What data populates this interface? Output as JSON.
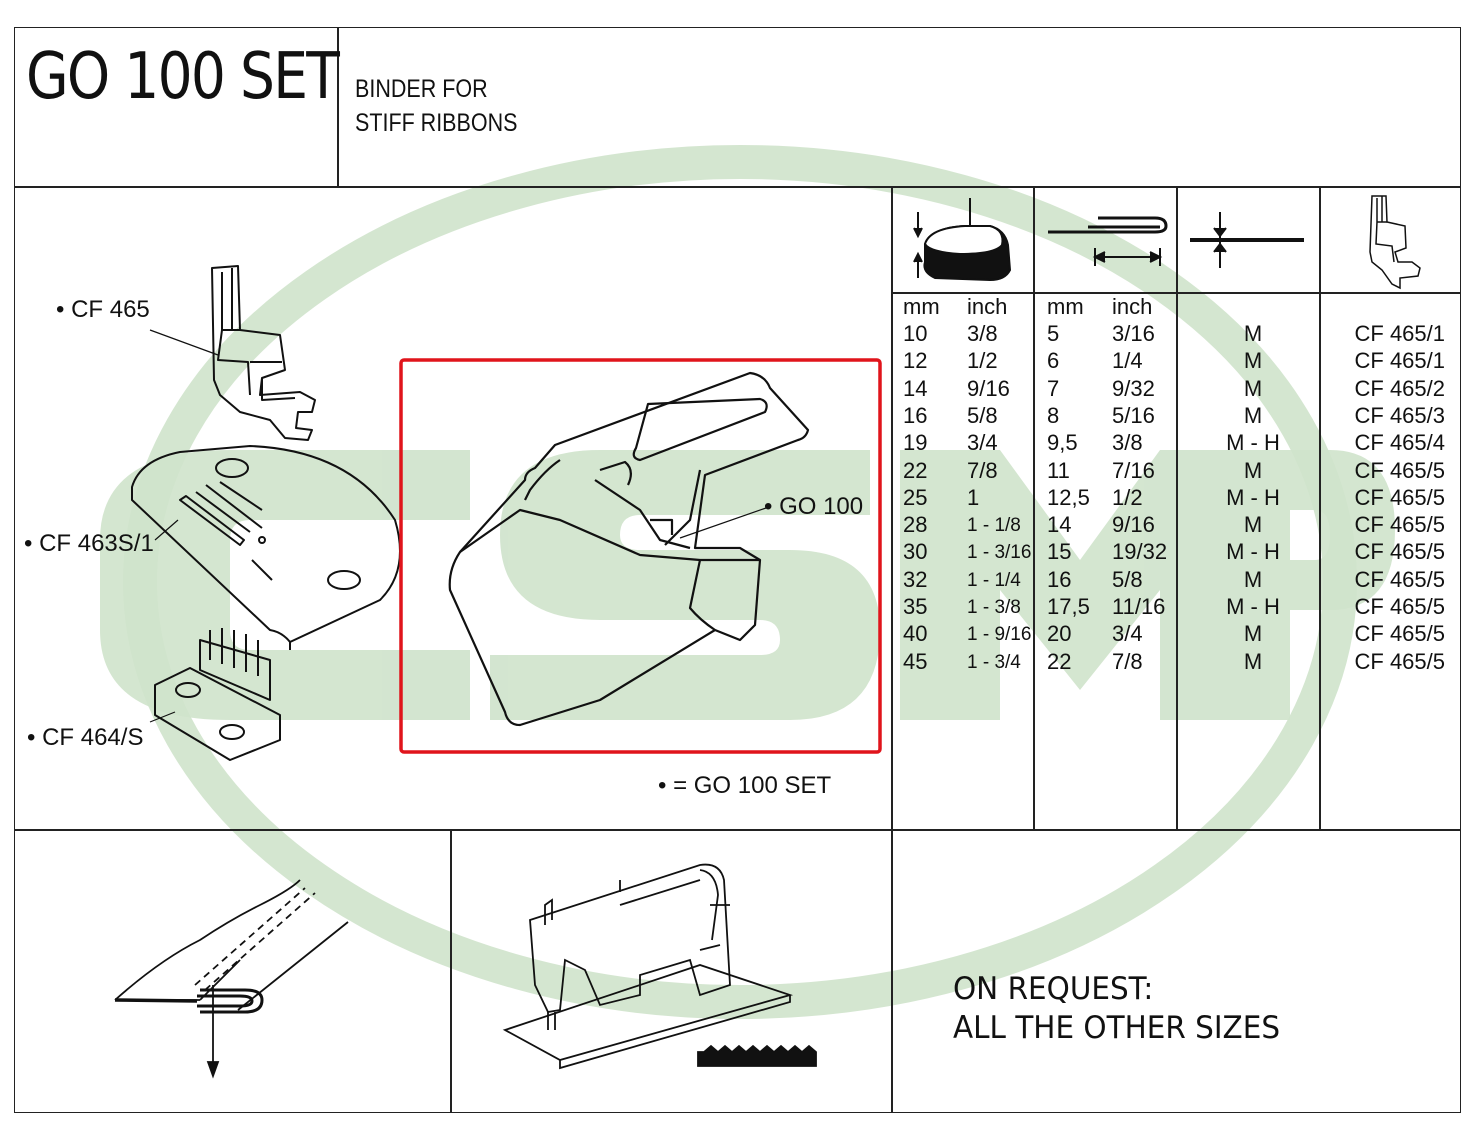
{
  "header": {
    "title": "GO 100 SET",
    "subtitle_line1": "BINDER FOR",
    "subtitle_line2": "STIFF RIBBONS"
  },
  "watermark": {
    "text": "CSM",
    "color": "#cfe3cb"
  },
  "parts": {
    "presser_foot": "• CF 465",
    "needle_plate": "• CF 463S/1",
    "feed_dog": "• CF 464/S",
    "binder": "• GO 100",
    "legend": "• = GO 100 SET"
  },
  "highlight": {
    "color": "#e0141b"
  },
  "table": {
    "unit_headers": [
      "mm",
      "inch",
      "mm",
      "inch"
    ],
    "rows": [
      {
        "mm1": "10",
        "in1": "3/8",
        "mm2": "5",
        "in2": "3/16",
        "type": "M",
        "foot": "CF 465/1"
      },
      {
        "mm1": "12",
        "in1": "1/2",
        "mm2": "6",
        "in2": "1/4",
        "type": "M",
        "foot": "CF 465/1"
      },
      {
        "mm1": "14",
        "in1": "9/16",
        "mm2": "7",
        "in2": "9/32",
        "type": "M",
        "foot": "CF 465/2"
      },
      {
        "mm1": "16",
        "in1": "5/8",
        "mm2": "8",
        "in2": "5/16",
        "type": "M",
        "foot": "CF 465/3"
      },
      {
        "mm1": "19",
        "in1": "3/4",
        "mm2": "9,5",
        "in2": "3/8",
        "type": "M - H",
        "foot": "CF 465/4"
      },
      {
        "mm1": "22",
        "in1": "7/8",
        "mm2": "11",
        "in2": "7/16",
        "type": "M",
        "foot": "CF 465/5"
      },
      {
        "mm1": "25",
        "in1": "1",
        "mm2": "12,5",
        "in2": "1/2",
        "type": "M - H",
        "foot": "CF 465/5"
      },
      {
        "mm1": "28",
        "in1": "1 - 1/8",
        "mm2": "14",
        "in2": "9/16",
        "type": "M",
        "foot": "CF 465/5"
      },
      {
        "mm1": "30",
        "in1": "1 - 3/16",
        "mm2": "15",
        "in2": "19/32",
        "type": "M - H",
        "foot": "CF 465/5"
      },
      {
        "mm1": "32",
        "in1": "1 - 1/4",
        "mm2": "16",
        "in2": "5/8",
        "type": "M",
        "foot": "CF 465/5"
      },
      {
        "mm1": "35",
        "in1": "1 - 3/8",
        "mm2": "17,5",
        "in2": "11/16",
        "type": "M - H",
        "foot": "CF 465/5"
      },
      {
        "mm1": "40",
        "in1": "1 - 9/16",
        "mm2": "20",
        "in2": "3/4",
        "type": "M",
        "foot": "CF 465/5"
      },
      {
        "mm1": "45",
        "in1": "1 - 3/4",
        "mm2": "22",
        "in2": "7/8",
        "type": "M",
        "foot": "CF 465/5"
      }
    ]
  },
  "request": {
    "line1": "ON REQUEST:",
    "line2": "ALL THE OTHER SIZES"
  }
}
